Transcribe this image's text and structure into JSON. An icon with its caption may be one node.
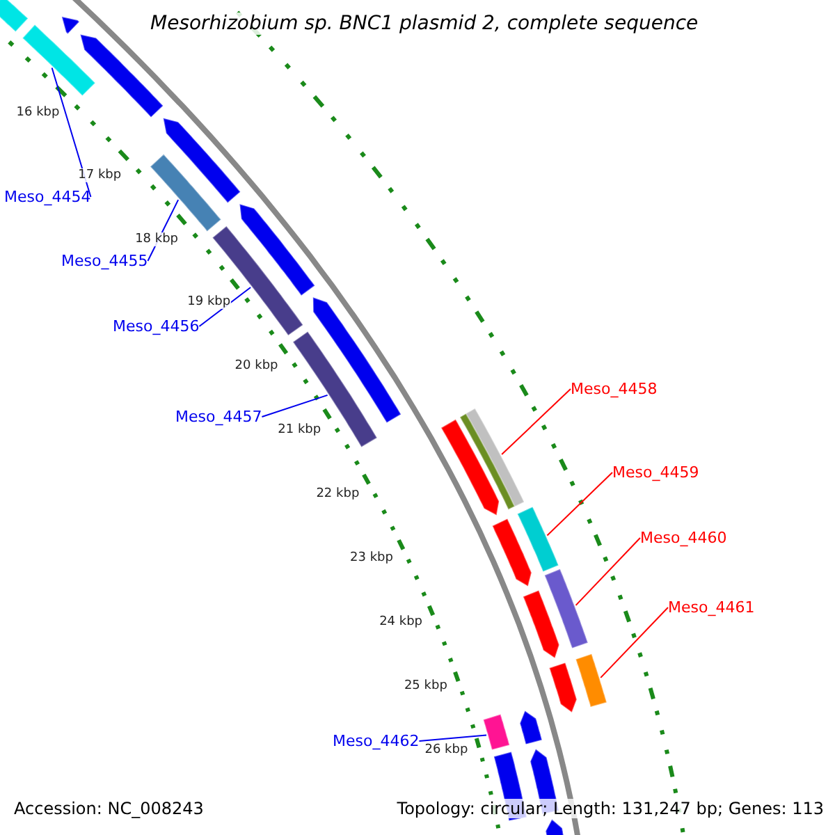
{
  "diagram": {
    "title": "Mesorhizobium sp. BNC1 plasmid 2, complete sequence",
    "nodes": [
      {
        "text": [
          "Meso_4454"
        ]
      },
      {
        "text": [
          "Meso_4455"
        ]
      },
      {
        "text": [
          "Meso_4456"
        ]
      },
      {
        "text": [
          "Meso_4457"
        ]
      },
      {
        "text": [
          "Meso_4458"
        ]
      },
      {
        "text": [
          "Meso_4459"
        ]
      },
      {
        "text": [
          "Meso_4460"
        ]
      },
      {
        "text": [
          "Meso_4461"
        ]
      },
      {
        "text": [
          "Meso_4462"
        ]
      },
      {
        "text": [],
        "shape": "bar"
      },
      {
        "text": [],
        "shape": "bar"
      },
      {
        "text": [],
        "shape": "bar"
      },
      {
        "text": [],
        "shape": "bar"
      },
      {
        "text": [],
        "shape": "bar"
      },
      {
        "text": [],
        "shape": "bar"
      },
      {
        "text": [],
        "shape": "bar"
      },
      {
        "text": [],
        "shape": "bar"
      },
      {
        "text": [],
        "shape": "bar"
      },
      {
        "text": [],
        "shape": "arrow"
      },
      {
        "text": [],
        "shape": "arrow"
      },
      {
        "text": [],
        "shape": "arrow"
      },
      {
        "text": [],
        "shape": "arrow"
      },
      {
        "text": [],
        "shape": "arrow"
      },
      {
        "text": [],
        "shape": "arrow"
      },
      {
        "text": [],
        "shape": "arrow"
      },
      {
        "text": [],
        "shape": "arrow"
      },
      {
        "text": [],
        "shape": "bar"
      },
      {
        "text": [],
        "shape": "bar"
      },
      {
        "text": [],
        "shape": "arrow"
      },
      {
        "text": [],
        "shape": "arrow"
      },
      {
        "text": [],
        "shape": "arrow"
      },
      {
        "text": [],
        "shape": "arrow"
      },
      {
        "text": [],
        "shape": "bar"
      }
    ],
    "edges": [
      {
        "from": 0,
        "to": 9,
        "arrow": "none"
      },
      {
        "from": 1,
        "to": 10,
        "arrow": "none"
      },
      {
        "from": 2,
        "to": 11,
        "arrow": "none"
      },
      {
        "from": 3,
        "to": 12,
        "arrow": "none"
      },
      {
        "from": 4,
        "to": 13,
        "arrow": "none",
        "color": "#ff0000"
      },
      {
        "from": 5,
        "to": 14,
        "arrow": "none",
        "color": "#ff0000"
      },
      {
        "from": 6,
        "to": 15,
        "arrow": "none",
        "color": "#ff0000"
      },
      {
        "from": 7,
        "to": 16,
        "arrow": "none",
        "color": "#ff0000"
      },
      {
        "from": 8,
        "to": 17,
        "arrow": "none"
      }
    ],
    "labels": [
      "16 kbp",
      "17 kbp",
      "18 kbp",
      "19 kbp",
      "20 kbp",
      "21 kbp",
      "22 kbp",
      "23 kbp",
      "24 kbp",
      "25 kbp",
      "26 kbp",
      "Accession: NC_008243",
      "Topology: circular; Length: 131,247 bp; Genes: 113"
    ]
  }
}
